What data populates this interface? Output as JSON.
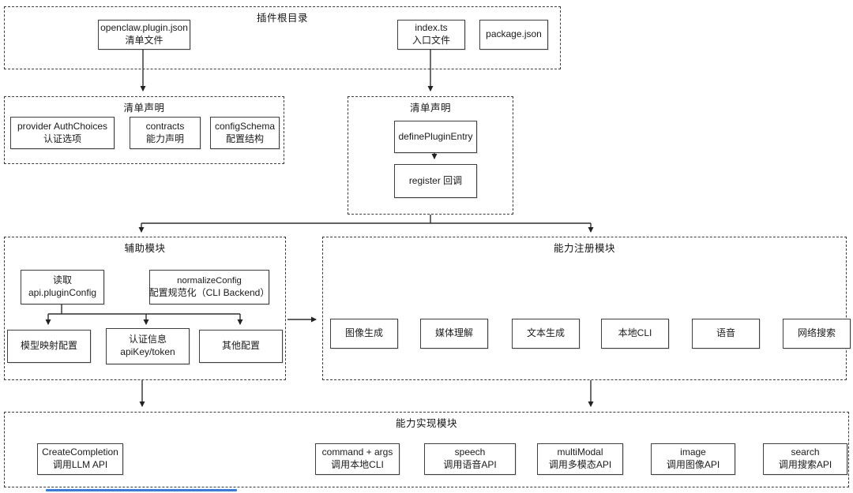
{
  "diagram": {
    "plugin_root": {
      "title": "插件根目录",
      "openclaw": {
        "line1": "openclaw.plugin.json",
        "line2": "清单文件"
      },
      "index_ts": {
        "line1": "index.ts",
        "line2": "入口文件"
      },
      "package_json": {
        "line1": "package.json"
      }
    },
    "manifest_left": {
      "title": "清单声明",
      "provider": {
        "line1": "provider AuthChoices",
        "line2": "认证选项"
      },
      "contracts": {
        "line1": "contracts",
        "line2": "能力声明"
      },
      "config_schema": {
        "line1": "configSchema",
        "line2": "配置结构"
      }
    },
    "manifest_right": {
      "title": "清单声明",
      "define_plugin_entry": {
        "line1": "definePluginEntry"
      },
      "register": {
        "line1": "register 回调"
      }
    },
    "helper": {
      "title": "辅助模块",
      "read_config": {
        "line1": "读取",
        "line2": "api.pluginConfig"
      },
      "normalize_config": {
        "line1": "normalizeConfig",
        "line2": "配置规范化（CLI Backend）"
      },
      "model_map": {
        "line1": "模型映射配置"
      },
      "auth_info": {
        "line1": "认证信息",
        "line2": "apiKey/token"
      },
      "other_config": {
        "line1": "其他配置"
      }
    },
    "registry": {
      "title": "能力注册模块",
      "items": [
        "图像生成",
        "媒体理解",
        "文本生成",
        "本地CLI",
        "语音",
        "网络搜索"
      ]
    },
    "impl": {
      "title": "能力实现模块",
      "create_completion": {
        "line1": "CreateCompletion",
        "line2": "调用LLM API"
      },
      "command_args": {
        "line1": "command + args",
        "line2": "调用本地CLI"
      },
      "speech": {
        "line1": "speech",
        "line2": "调用语音API"
      },
      "multi_modal": {
        "line1": "multiModal",
        "line2": "调用多模态API"
      },
      "image": {
        "line1": "image",
        "line2": "调用图像API"
      },
      "search": {
        "line1": "search",
        "line2": "调用搜索API"
      }
    }
  },
  "colors": {
    "line": "#333333",
    "box_border": "#3f3f3f",
    "background": "#ffffff",
    "text": "#1b1b1b",
    "accent_bar": "#2e7cf0"
  }
}
